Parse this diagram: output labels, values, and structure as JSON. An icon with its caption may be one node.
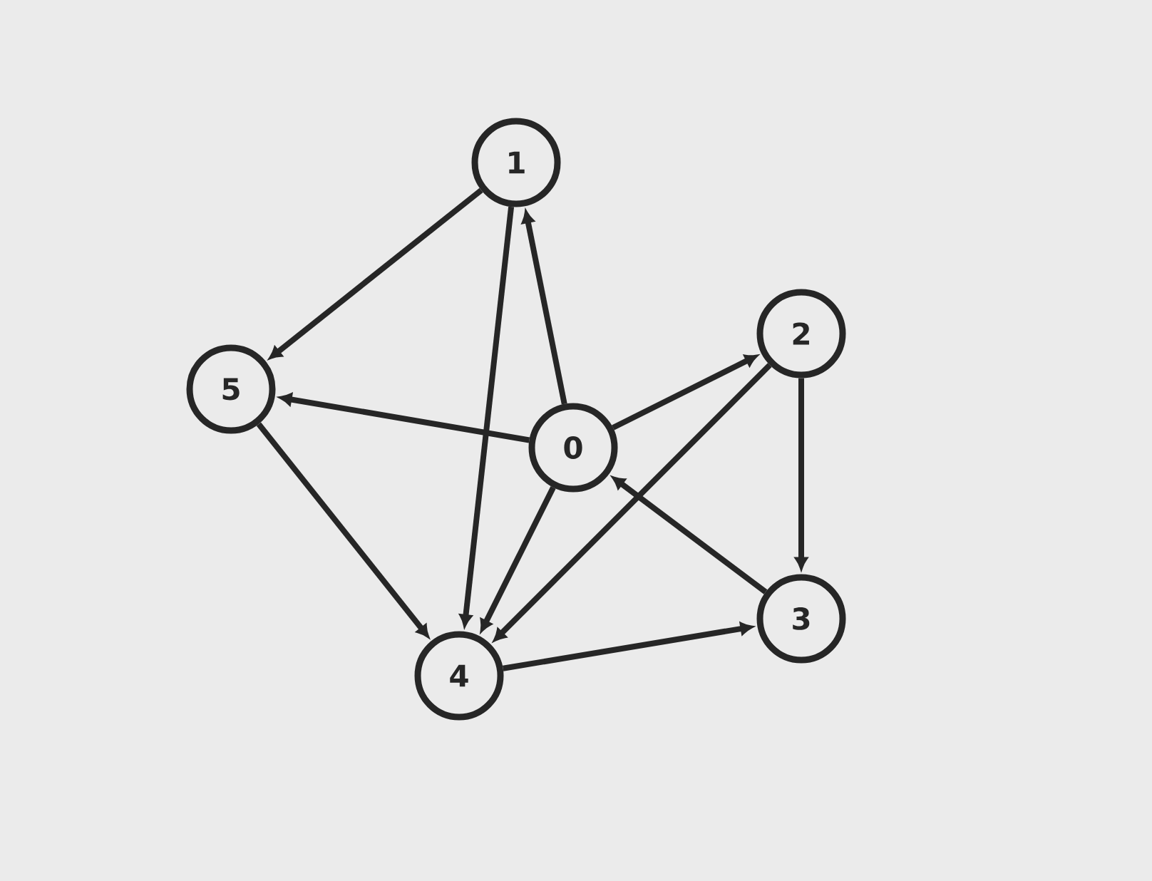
{
  "diagram": {
    "nodes": [
      {
        "text": [
          "1"
        ]
      },
      {
        "text": [
          "2"
        ]
      },
      {
        "text": [
          "5"
        ]
      },
      {
        "text": [
          "0"
        ]
      },
      {
        "text": [
          "3"
        ]
      },
      {
        "text": [
          "4"
        ]
      }
    ],
    "edges": [
      {
        "from": 0,
        "to": 2,
        "arrow": "to"
      },
      {
        "from": 0,
        "to": 5,
        "arrow": "to"
      },
      {
        "from": 3,
        "to": 0,
        "arrow": "to"
      },
      {
        "from": 3,
        "to": 2,
        "arrow": "to"
      },
      {
        "from": 3,
        "to": 1,
        "arrow": "to"
      },
      {
        "from": 3,
        "to": 5,
        "arrow": "to"
      },
      {
        "from": 1,
        "to": 5,
        "arrow": "to"
      },
      {
        "from": 1,
        "to": 4,
        "arrow": "to"
      },
      {
        "from": 4,
        "to": 3,
        "arrow": "to"
      },
      {
        "from": 2,
        "to": 5,
        "arrow": "to"
      },
      {
        "from": 5,
        "to": 4,
        "arrow": "to"
      }
    ]
  }
}
